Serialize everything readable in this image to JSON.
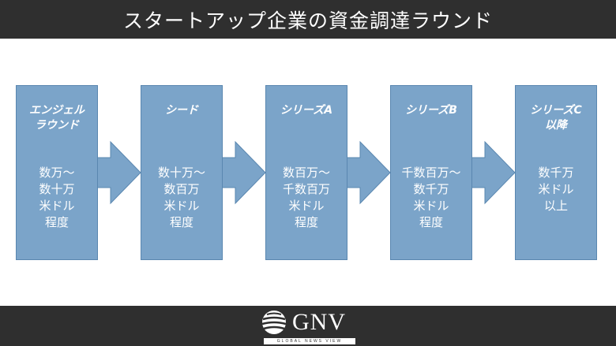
{
  "header": {
    "title": "スタートアップ企業の資金調達ラウンド"
  },
  "stages": [
    {
      "title": "エンジェル\nラウンド",
      "amount": "数万～\n数十万\n米ドル\n程度"
    },
    {
      "title": "シード",
      "amount": "数十万～\n数百万\n米ドル\n程度"
    },
    {
      "title": "シリーズA",
      "amount": "数百万～\n千数百万\n米ドル\n程度"
    },
    {
      "title": "シリーズB",
      "amount": "千数百万～\n数千万\n米ドル\n程度"
    },
    {
      "title": "シリーズC\n以降",
      "amount": "数千万\n米ドル\n以上"
    }
  ],
  "footer": {
    "logo_text": "GNV",
    "logo_subtitle": "GLOBAL NEWS VIEW"
  },
  "colors": {
    "bar": "#2f2f2f",
    "stage_fill": "#7ba4c9",
    "stage_border": "#5a87b0",
    "text": "#ffffff"
  }
}
